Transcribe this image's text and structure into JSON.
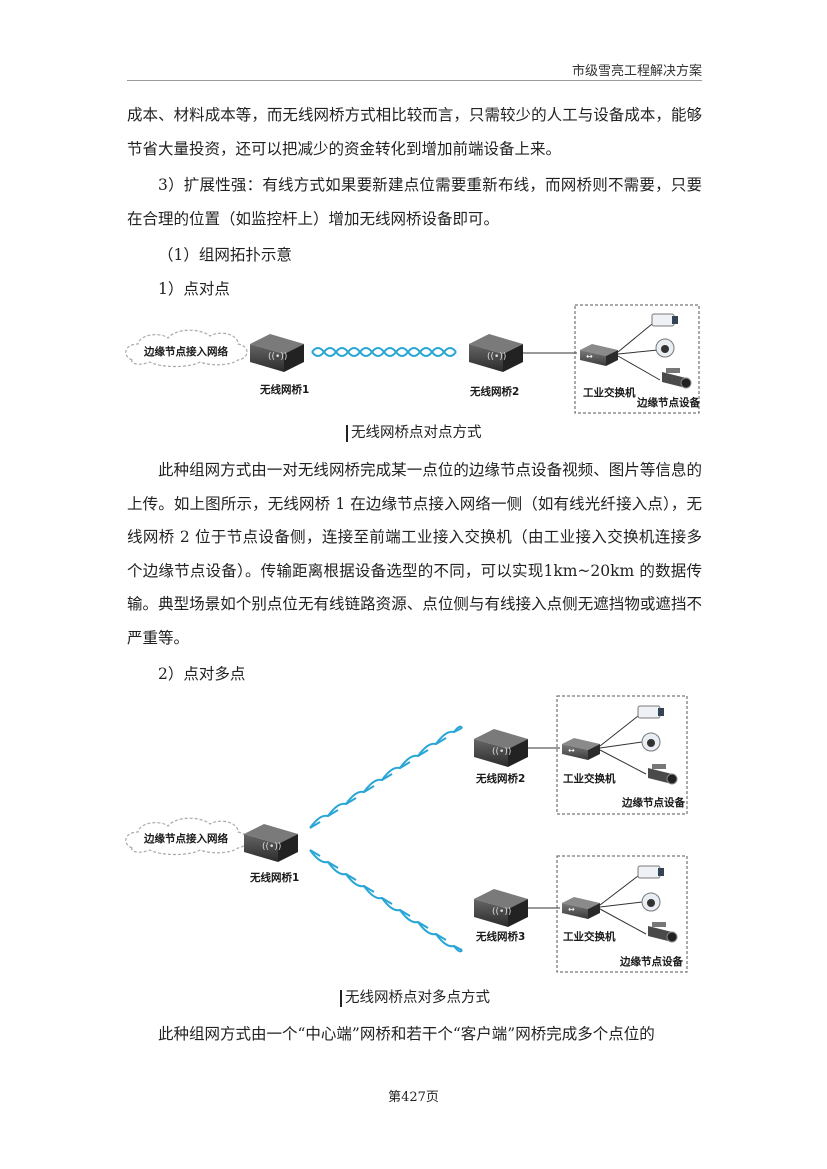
{
  "header": {
    "title": "市级雪亮工程解决方案"
  },
  "paragraphs": {
    "p1": "成本、材料成本等，而无线网桥方式相比较而言，只需较少的人工与设备成本，能够节省大量投资，还可以把减少的资金转化到增加前端设备上来。",
    "p2": "3）扩展性强：有线方式如果要新建点位需要重新布线，而网桥则不需要，只要在合理的位置（如监控杆上）增加无线网桥设备即可。",
    "p3": "此种组网方式由一对无线网桥完成某一点位的边缘节点设备视频、图片等信息的上传。如上图所示，无线网桥 1 在边缘节点接入网络一侧（如有线光纤接入点），无线网桥 2 位于节点设备侧，连接至前端工业接入交换机（由工业接入交换机连接多个边缘节点设备）。传输距离根据设备选型的不同，可以实现1km~20km 的数据传输。典型场景如个别点位无有线链路资源、点位侧与有线接入点侧无遮挡物或遮挡不严重等。",
    "p4": "此种组网方式由一个“中心端”网桥和若干个“客户端”网桥完成多个点位的"
  },
  "headings": {
    "h1": "（1）组网拓扑示意",
    "h2": "1）点对点",
    "h3": "2）点对多点"
  },
  "diagram1": {
    "cloud": "边缘节点接入网络",
    "bridge1": "无线网桥1",
    "bridge2": "无线网桥2",
    "switch": "工业交换机",
    "devices": "边缘节点设备",
    "caption": "无线网桥点对点方式"
  },
  "diagram2": {
    "cloud": "边缘节点接入网络",
    "bridge1": "无线网桥1",
    "bridge2": "无线网桥2",
    "bridge3": "无线网桥3",
    "switch_top": "工业交换机",
    "switch_bottom": "工业交换机",
    "devices_top": "边缘节点设备",
    "devices_bottom": "边缘节点设备",
    "caption": "无线网桥点对多点方式"
  },
  "footer": {
    "page": "第427页"
  },
  "icons": {
    "bridge": "wireless-bridge-icon",
    "switch": "industrial-switch-icon",
    "camera": "camera-icon",
    "wave": "wireless-link-wave"
  },
  "colors": {
    "wave": "#2aa6d6",
    "device_dark": "#3a3a3a",
    "text": "#222222"
  }
}
